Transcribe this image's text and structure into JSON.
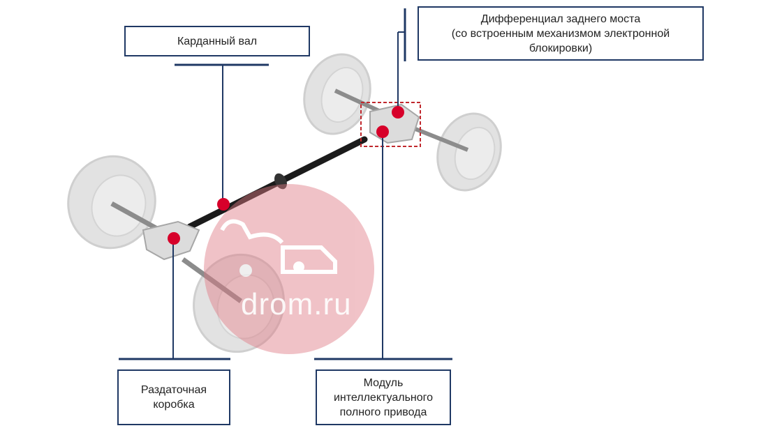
{
  "labels": {
    "driveshaft": "Карданный вал",
    "rear_diff": "Дифференциал заднего моста\n(со встроенным механизмом электронной\nблокировки)",
    "transfer_case": "Раздаточная\nкоробка",
    "awd_module": "Модуль\nинтеллектуального\nполного привода"
  },
  "watermark": {
    "text": "drom.ru",
    "color": "#e8a0a5"
  },
  "colors": {
    "leader": "#1f3864",
    "marker": "#d7002a",
    "highlight_box": "#c0282d",
    "shaft": "#1b1b1b",
    "wheel": "#d9d9d9"
  }
}
